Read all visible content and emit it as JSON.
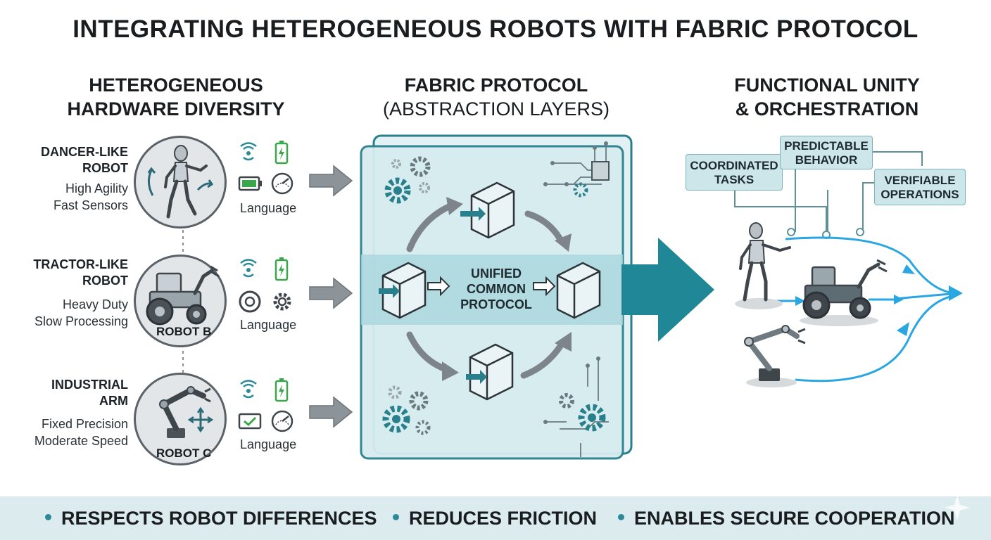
{
  "title": "INTEGRATING HETEROGENEOUS ROBOTS WITH FABRIC PROTOCOL",
  "columns": {
    "left": {
      "line1": "HETEROGENEOUS",
      "line2": "HARDWARE DIVERSITY"
    },
    "middle": {
      "line1": "FABRIC PROTOCOL",
      "line2": "(ABSTRACTION LAYERS)"
    },
    "right": {
      "line1": "FUNCTIONAL UNITY",
      "line2": "& ORCHESTRATION"
    }
  },
  "robots": [
    {
      "name1": "DANCER-LIKE",
      "name2": "ROBOT",
      "desc1": "High Agility",
      "desc2": "Fast Sensors",
      "tag": "",
      "language": "Language"
    },
    {
      "name1": "TRACTOR-LIKE",
      "name2": "ROBOT",
      "desc1": "Heavy Duty",
      "desc2": "Slow Processing",
      "tag": "ROBOT B",
      "language": "Language"
    },
    {
      "name1": "INDUSTRIAL",
      "name2": "ARM",
      "desc1": "Fixed Precision",
      "desc2": "Moderate Speed",
      "tag": "ROBOT C",
      "language": "Language"
    }
  ],
  "center": {
    "line1": "UNIFIED",
    "line2": "COMMON",
    "line3": "PROTOCOL"
  },
  "outcomes": {
    "coordinated": {
      "line1": "COORDINATED",
      "line2": "TASKS"
    },
    "predictable": {
      "line1": "PREDICTABLE",
      "line2": "BEHAVIOR"
    },
    "verifiable": {
      "line1": "VERIFIABLE",
      "line2": "OPERATIONS"
    }
  },
  "footer": [
    "RESPECTS ROBOT DIFFERENCES",
    "REDUCES FRICTION",
    "ENABLES SECURE COOPERATION"
  ],
  "colors": {
    "teal": "#2a8a98",
    "panel": "#d6ecef",
    "blue_flow": "#2aa6e0",
    "green_battery": "#3aa84a"
  }
}
